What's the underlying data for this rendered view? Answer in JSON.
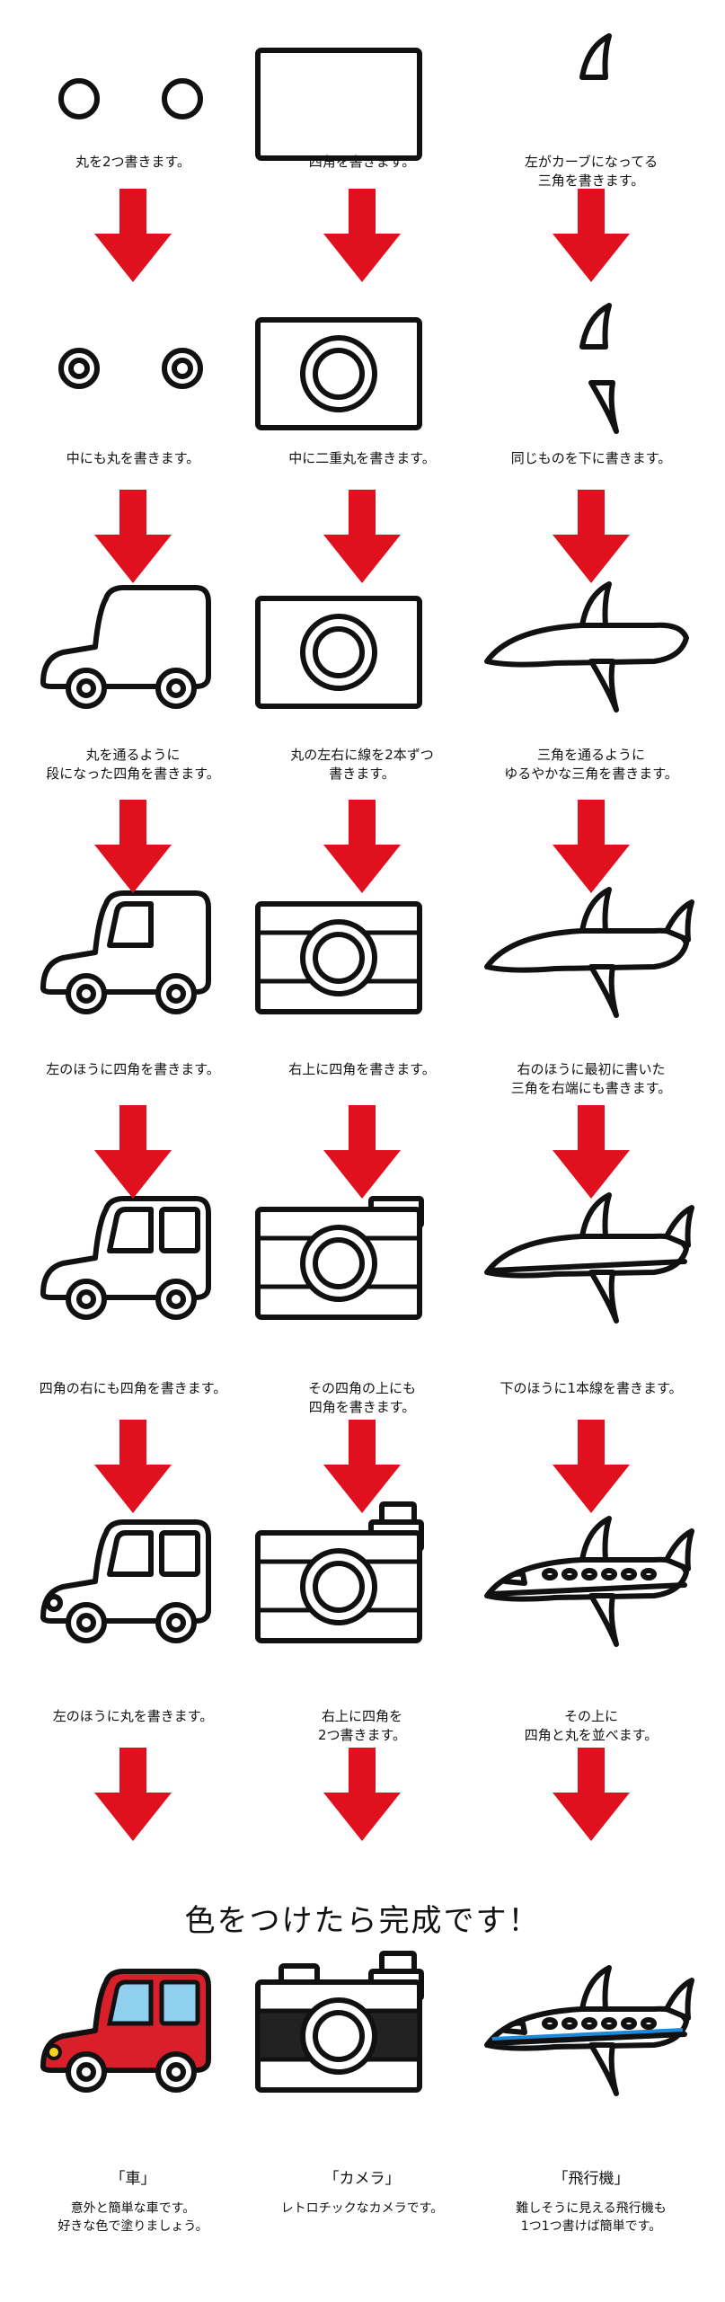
{
  "rows": [
    {
      "captions": [
        "丸を2つ書きます。",
        "四角を書きます。",
        "左がカーブになってる\n三角を書きます。"
      ]
    },
    {
      "captions": [
        "中にも丸を書きます。",
        "中に二重丸を書きます。",
        "同じものを下に書きます。"
      ]
    },
    {
      "captions": [
        "丸を通るように\n段になった四角を書きます。",
        "丸の左右に線を2本ずつ\n書きます。",
        "三角を通るように\nゆるやかな三角を書きます。"
      ]
    },
    {
      "captions": [
        "左のほうに四角を書きます。",
        "右上に四角を書きます。",
        "右のほうに最初に書いた\n三角を右端にも書きます。"
      ]
    },
    {
      "captions": [
        "四角の右にも四角を書きます。",
        "その四角の上にも\n四角を書きます。",
        "下のほうに1本線を書きます。"
      ]
    },
    {
      "captions": [
        "左のほうに丸を書きます。",
        "右上に四角を\n2つ書きます。",
        "その上に\n四角と丸を並べます。"
      ]
    }
  ],
  "headline": "色をつけたら完成です！",
  "finals": [
    {
      "name": "「車」",
      "desc": "意外と簡単な車です。\n好きな色で塗りましょう。"
    },
    {
      "name": "「カメラ」",
      "desc": "レトロチックなカメラです。"
    },
    {
      "name": "「飛行機」",
      "desc": "難しそうに見える飛行機も\n1つ1つ書けば簡単です。"
    }
  ],
  "colors": {
    "arrow": "#e0101e",
    "car_body": "#d9202a",
    "window": "#8ed0ee",
    "headlight": "#f6d21a",
    "stripe": "#1e88d8",
    "cam_band": "#222222"
  },
  "icons": [
    "down-arrow-icon",
    "car-drawing-icon",
    "camera-drawing-icon",
    "airplane-drawing-icon"
  ]
}
